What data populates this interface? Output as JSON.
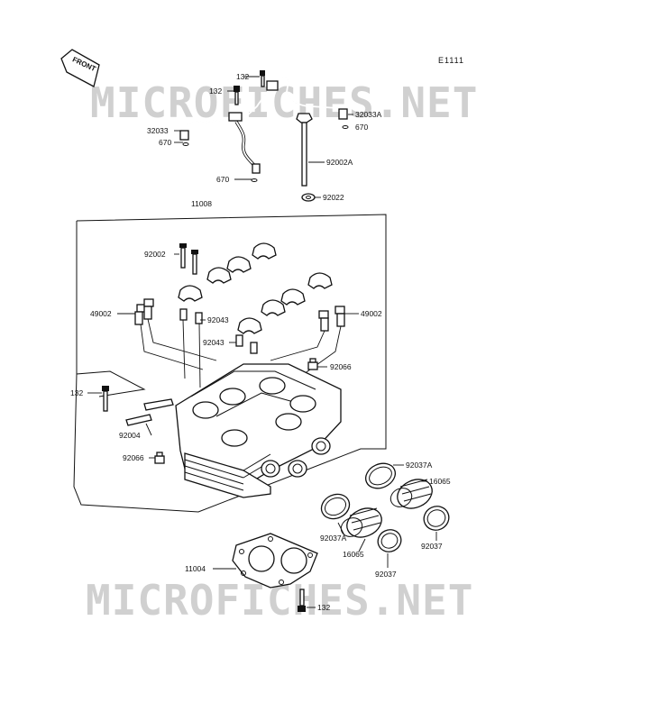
{
  "diagram": {
    "code": "E1111",
    "front_label": "FRONT",
    "watermark_top": "MICROFICHES.NET",
    "watermark_bottom": "MICROFICHES.NET",
    "labels": {
      "l132_top": "132",
      "l132_a": "132",
      "l32033": "32033",
      "l670_a": "670",
      "l670_b": "670",
      "l32033A": "32033A",
      "l670_c": "670",
      "l92002A": "92002A",
      "l92022": "92022",
      "l11008": "11008",
      "l92002": "92002",
      "l49002_l": "49002",
      "l49002_r": "49002",
      "l92043_a": "92043",
      "l92043_b": "92043",
      "l92066_r": "92066",
      "l132_left": "132",
      "l92004": "92004",
      "l92066_l": "92066",
      "l92037A_a": "92037A",
      "l16065_a": "16065",
      "l92037A_b": "92037A",
      "l16065_b": "16065",
      "l92037_a": "92037",
      "l92037_b": "92037",
      "l11004": "11004",
      "l132_bottom": "132"
    }
  }
}
